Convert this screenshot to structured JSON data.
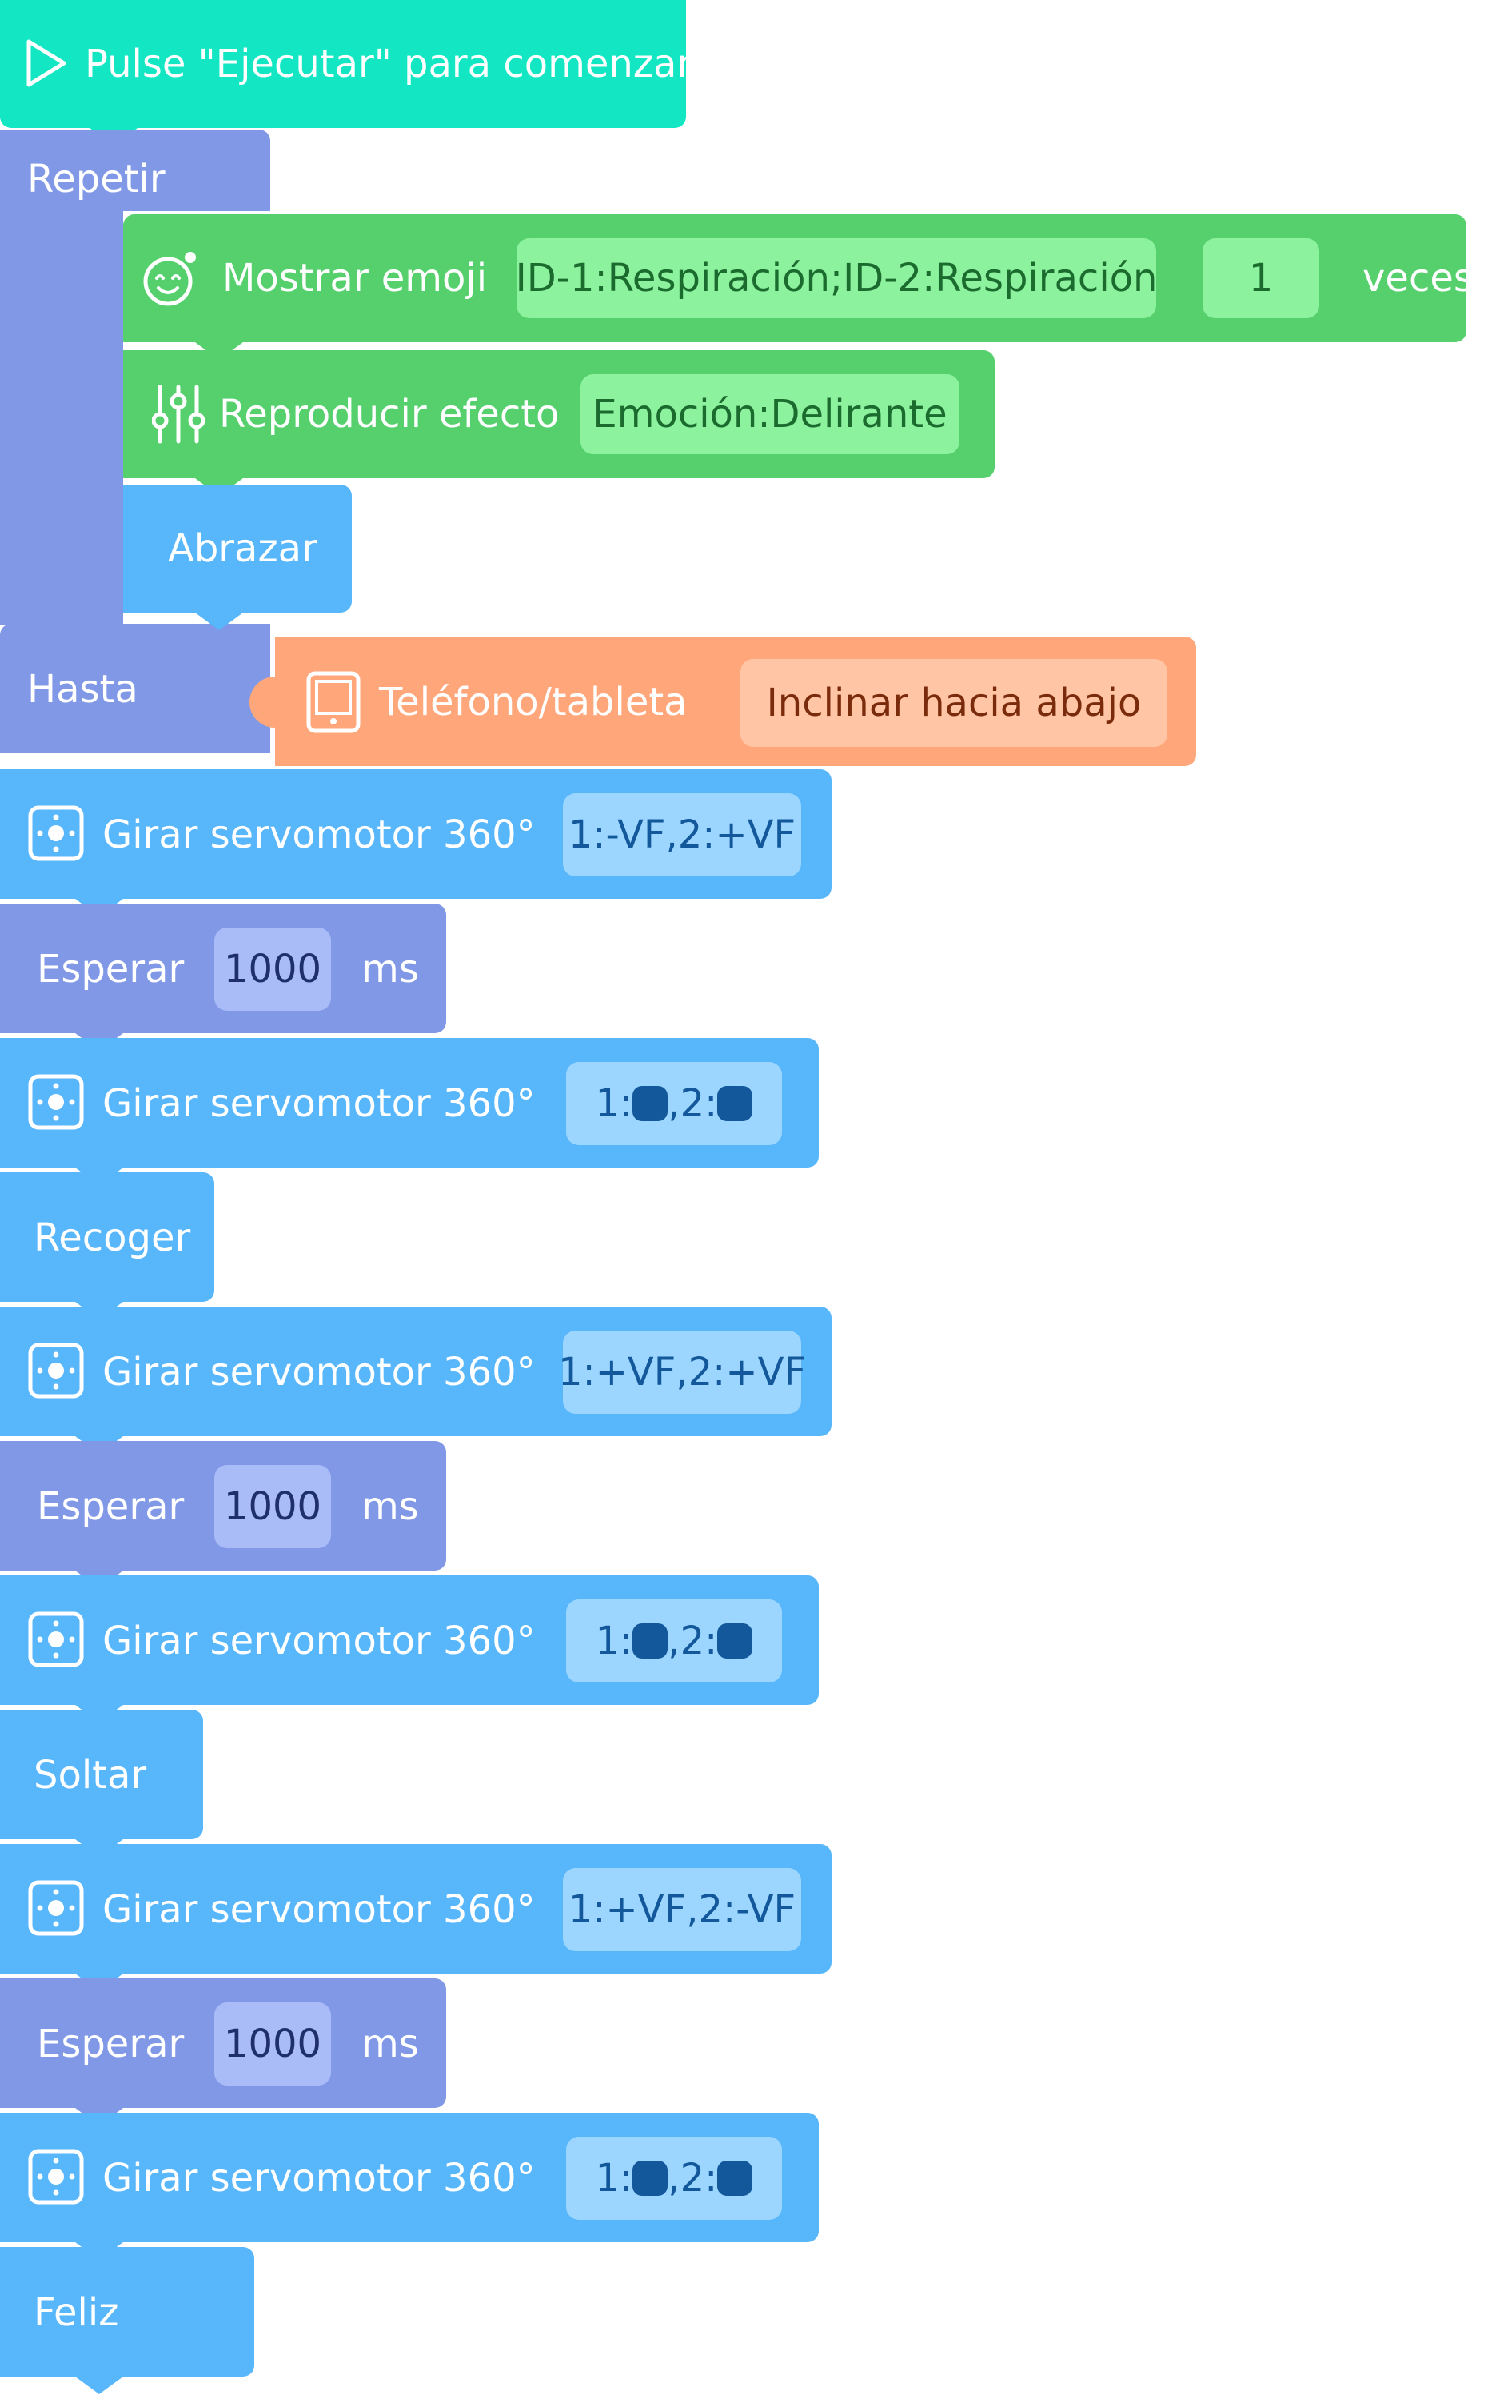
{
  "colors": {
    "start": "#12e6c2",
    "control": "#8098e6",
    "looks": "#55d06c",
    "action": "#58b6fb",
    "sensor": "#ffa77a",
    "servo_dot": "#12589a"
  },
  "start": {
    "label": "Pulse \"Ejecutar\" para comenzar",
    "icon": "play-icon"
  },
  "loop": {
    "repeat_label": "Repetir",
    "until_label": "Hasta",
    "body": {
      "emoji": {
        "label": "Mostrar emoji",
        "value": "ID-1:Respiración;ID-2:Respiración",
        "count": "1",
        "unit": "veces",
        "icon": "emoji-icon"
      },
      "effect": {
        "label": "Reproducir efecto",
        "value": "Emoción:Delirante",
        "icon": "sliders-icon"
      },
      "hug": {
        "label": "Abrazar"
      }
    },
    "condition": {
      "label": "Teléfono/tableta",
      "value": "Inclinar hacia abajo",
      "icon": "tablet-icon"
    }
  },
  "sequence": [
    {
      "type": "servo",
      "label": "Girar servomotor 360°",
      "value": "1:-VF,2:+VF",
      "icon": "servo-icon"
    },
    {
      "type": "wait",
      "label": "Esperar",
      "value": "1000",
      "unit": "ms"
    },
    {
      "type": "servo",
      "label": "Girar servomotor 360°",
      "value_parts": [
        "1:",
        ",2:"
      ],
      "icon": "servo-icon"
    },
    {
      "type": "action",
      "label": "Recoger"
    },
    {
      "type": "servo",
      "label": "Girar servomotor 360°",
      "value": "1:+VF,2:+VF",
      "icon": "servo-icon"
    },
    {
      "type": "wait",
      "label": "Esperar",
      "value": "1000",
      "unit": "ms"
    },
    {
      "type": "servo",
      "label": "Girar servomotor 360°",
      "value_parts": [
        "1:",
        ",2:"
      ],
      "icon": "servo-icon"
    },
    {
      "type": "action",
      "label": "Soltar"
    },
    {
      "type": "servo",
      "label": "Girar servomotor 360°",
      "value": "1:+VF,2:-VF",
      "icon": "servo-icon"
    },
    {
      "type": "wait",
      "label": "Esperar",
      "value": "1000",
      "unit": "ms"
    },
    {
      "type": "servo",
      "label": "Girar servomotor 360°",
      "value_parts": [
        "1:",
        ",2:"
      ],
      "icon": "servo-icon"
    },
    {
      "type": "action",
      "label": "Feliz"
    }
  ]
}
